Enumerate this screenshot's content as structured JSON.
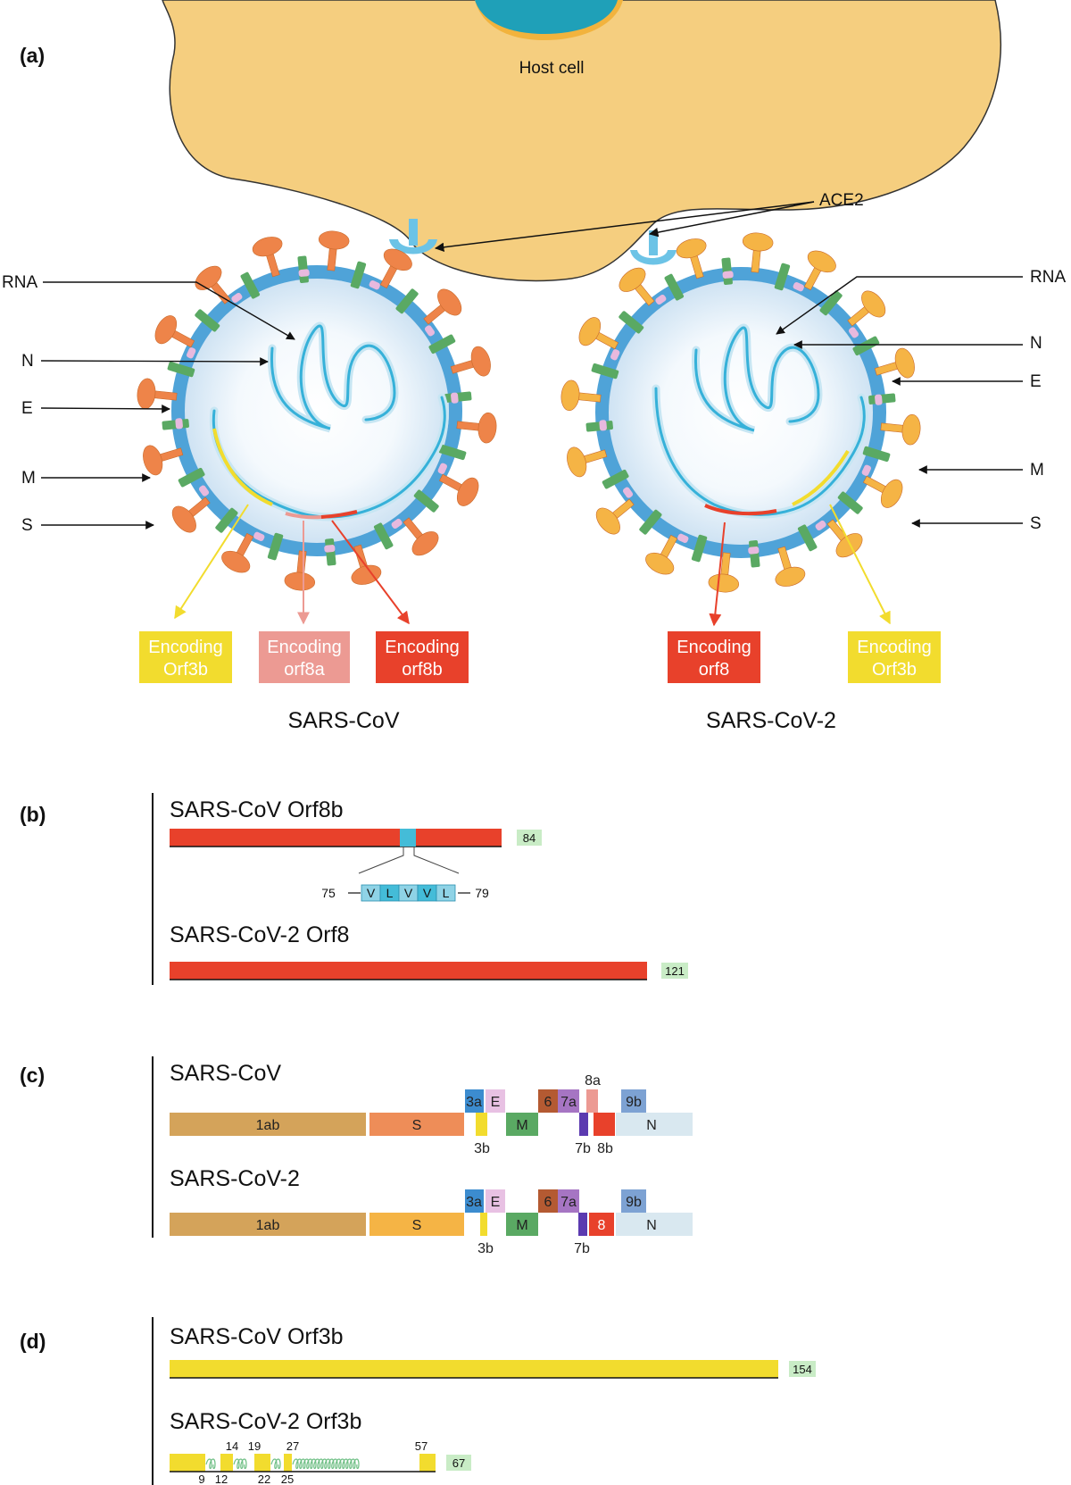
{
  "panels": {
    "a": "(a)",
    "b": "(b)",
    "c": "(c)",
    "d": "(d)"
  },
  "panel_a": {
    "host_cell": "Host cell",
    "ace2": "ACE2",
    "left_labels": [
      "RNA",
      "N",
      "E",
      "M",
      "S"
    ],
    "right_labels": [
      "RNA",
      "N",
      "E",
      "M",
      "S"
    ],
    "sars_cov": "SARS-CoV",
    "sars_cov2": "SARS-CoV-2",
    "encoding": {
      "left": [
        {
          "line1": "Encoding",
          "line2": "Orf3b",
          "color": "#f2dc2e"
        },
        {
          "line1": "Encoding",
          "line2": "orf8a",
          "color": "#ec9a93"
        },
        {
          "line1": "Encoding",
          "line2": "orf8b",
          "color": "#e8412b"
        }
      ],
      "right": [
        {
          "line1": "Encoding",
          "line2": "orf8",
          "color": "#e8412b"
        },
        {
          "line1": "Encoding",
          "line2": "Orf3b",
          "color": "#f2dc2e"
        }
      ]
    },
    "colors": {
      "sars_cov_spike": "#ee8449",
      "sars_cov2_spike": "#f5b445",
      "membrane_protein": "#5aa963",
      "envelope": "#4fa3d8",
      "host": "#f5ce7f"
    }
  },
  "panel_b": {
    "title1": "SARS-CoV Orf8b",
    "len1": "84",
    "motif_start": "75",
    "motif_end": "79",
    "motif": [
      "V",
      "L",
      "V",
      "V",
      "L"
    ],
    "title2": "SARS-CoV-2 Orf8",
    "len2": "121"
  },
  "panel_c": {
    "title1": "SARS-CoV",
    "title2": "SARS-CoV-2",
    "genes1": {
      "g1ab": "1ab",
      "S": "S",
      "g3a": "3a",
      "E": "E",
      "M": "M",
      "g3b": "3b",
      "g6": "6",
      "g7a": "7a",
      "g7b": "7b",
      "g8a": "8a",
      "g8b": "8b",
      "g9b": "9b",
      "N": "N"
    },
    "genes2": {
      "g1ab": "1ab",
      "S": "S",
      "g3a": "3a",
      "E": "E",
      "M": "M",
      "g3b": "3b",
      "g6": "6",
      "g7a": "7a",
      "g7b": "7b",
      "g8": "8",
      "g9b": "9b",
      "N": "N"
    }
  },
  "panel_d": {
    "title1": "SARS-CoV Orf3b",
    "len1": "154",
    "title2": "SARS-CoV-2 Orf3b",
    "len2": "67",
    "top_numbers": [
      "14",
      "19",
      "27",
      "57"
    ],
    "bottom_numbers": [
      "9",
      "12",
      "22",
      "25"
    ]
  }
}
